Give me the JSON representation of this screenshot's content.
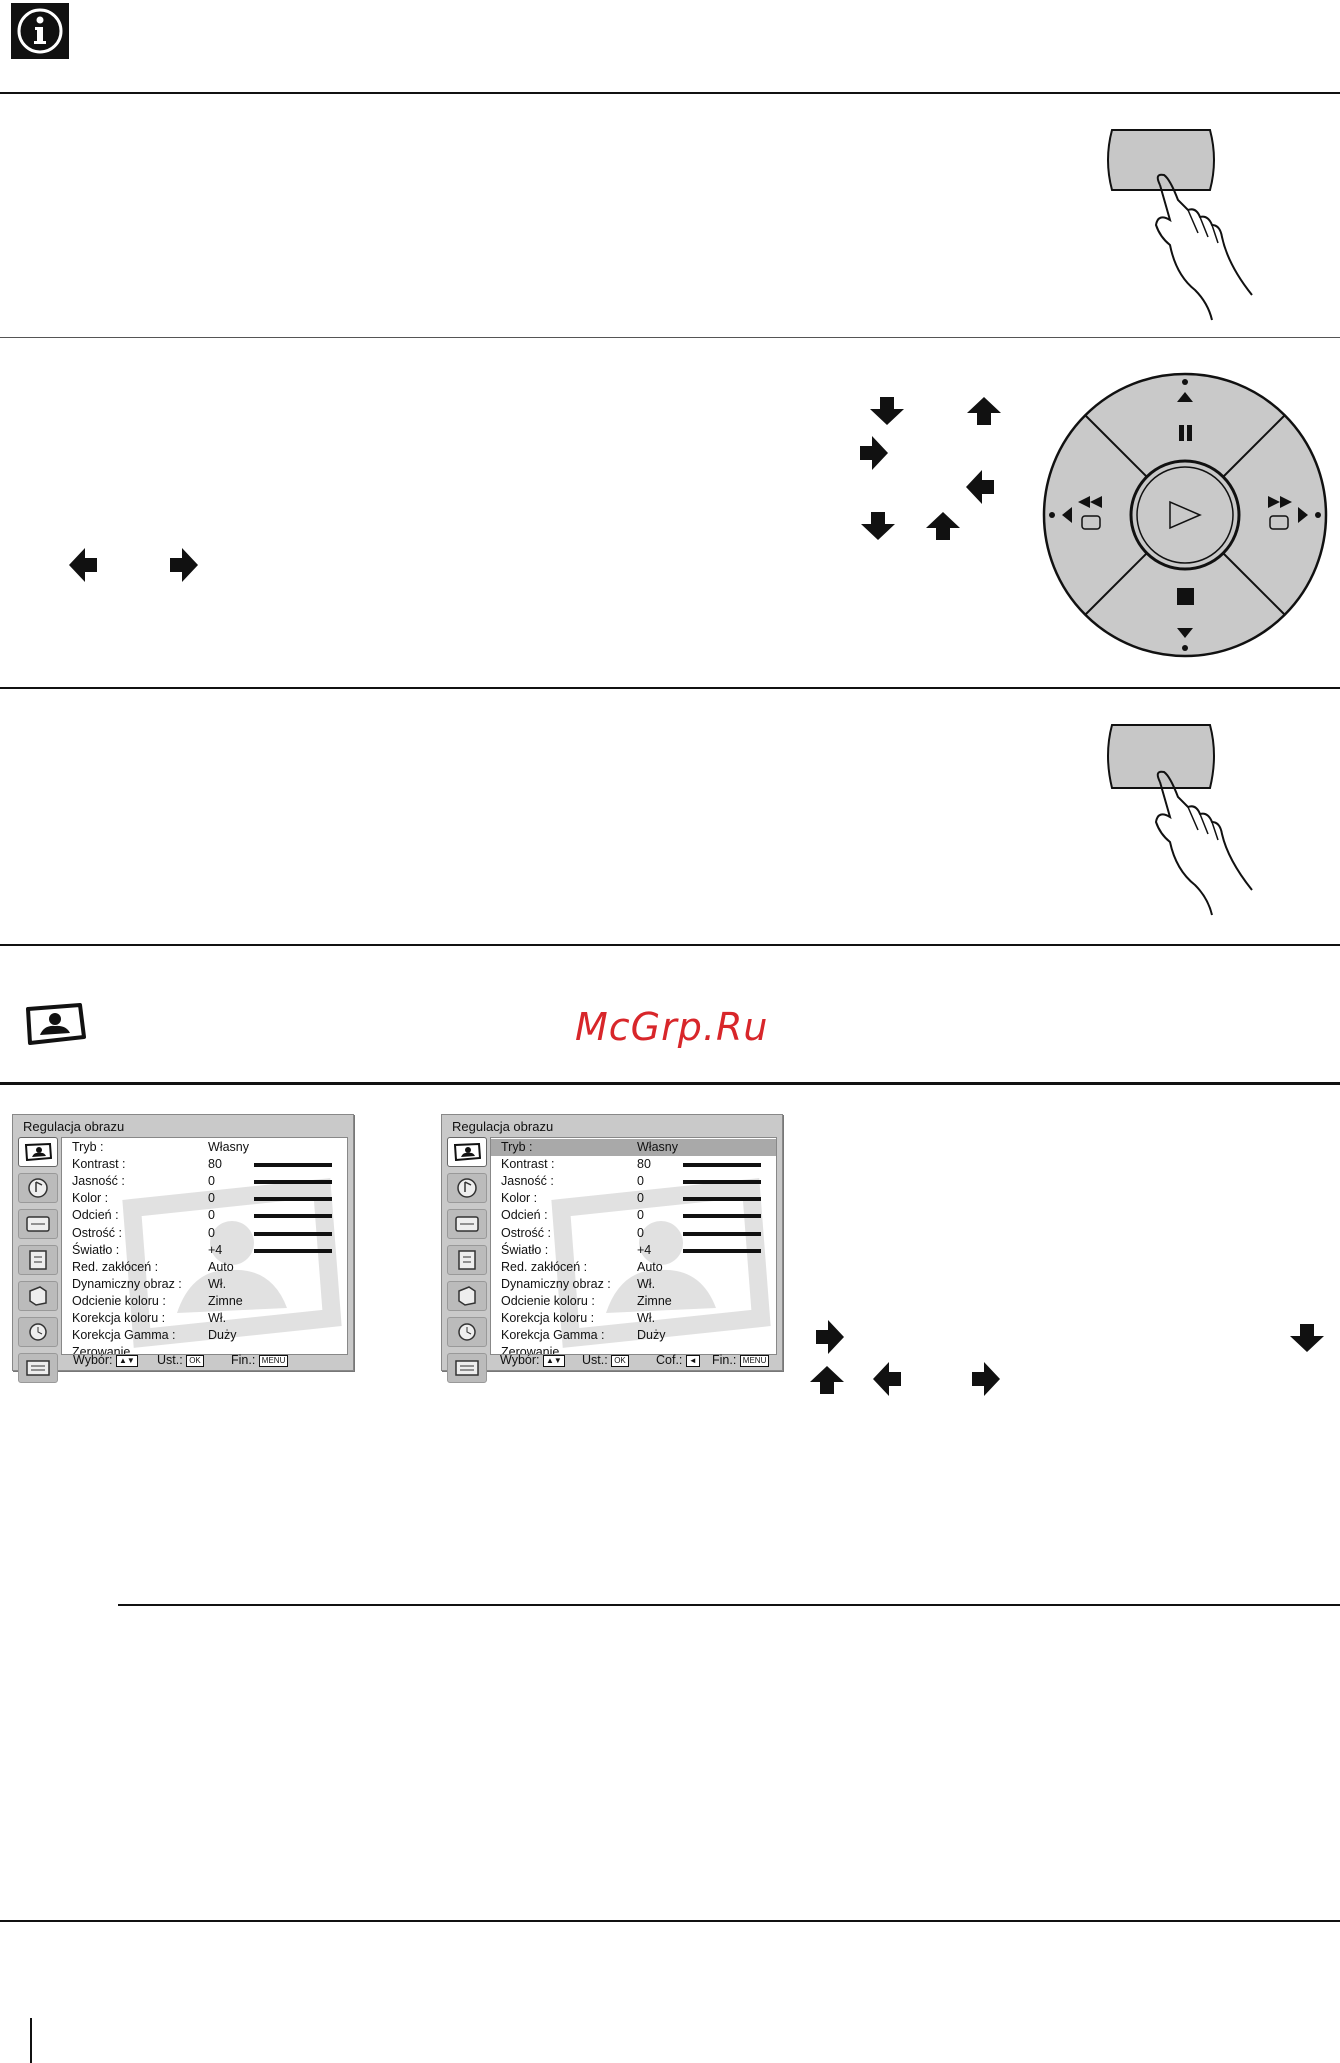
{
  "watermark": "McGrp.Ru",
  "icons": {
    "info": "info-icon",
    "button_press": "hand-pressing-button-icon",
    "navigation_wheel": "remote-navigation-wheel-icon",
    "picture_menu": "picture-menu-icon",
    "arrows": [
      "arrow-down-icon",
      "arrow-up-icon",
      "arrow-right-icon",
      "arrow-left-icon"
    ]
  },
  "osd_left": {
    "title": "Regulacja obrazu",
    "rows": [
      {
        "label": "Tryb :",
        "value": "Własny",
        "bar": false
      },
      {
        "label": "Kontrast :",
        "value": "80",
        "bar": true
      },
      {
        "label": "Jasność :",
        "value": "0",
        "bar": true
      },
      {
        "label": "Kolor :",
        "value": "0",
        "bar": true
      },
      {
        "label": "Odcień :",
        "value": "0",
        "bar": true
      },
      {
        "label": "Ostrość :",
        "value": "0",
        "bar": true
      },
      {
        "label": "Światło :",
        "value": "+4",
        "bar": true
      },
      {
        "label": "Red. zakłóceń :",
        "value": "Auto",
        "bar": false
      },
      {
        "label": "Dynamiczny obraz :",
        "value": "Wł.",
        "bar": false
      },
      {
        "label": "Odcienie koloru :",
        "value": "Zimne",
        "bar": false
      },
      {
        "label": "Korekcja koloru :",
        "value": "Wł.",
        "bar": false
      },
      {
        "label": "Korekcja Gamma :",
        "value": "Duży",
        "bar": false
      },
      {
        "label": "Zerowanie",
        "value": "",
        "bar": false
      }
    ],
    "footer": {
      "select": "Wybór:",
      "set": "Ust.:",
      "set_key": "OK",
      "end": "Fin.:",
      "end_key": "MENU"
    }
  },
  "osd_right": {
    "title": "Regulacja obrazu",
    "highlight_index": 0,
    "rows": [
      {
        "label": "Tryb :",
        "value": "Własny",
        "bar": false
      },
      {
        "label": "Kontrast :",
        "value": "80",
        "bar": true
      },
      {
        "label": "Jasność :",
        "value": "0",
        "bar": true
      },
      {
        "label": "Kolor :",
        "value": "0",
        "bar": true
      },
      {
        "label": "Odcień :",
        "value": "0",
        "bar": true
      },
      {
        "label": "Ostrość :",
        "value": "0",
        "bar": true
      },
      {
        "label": "Światło :",
        "value": "+4",
        "bar": true
      },
      {
        "label": "Red. zakłóceń :",
        "value": "Auto",
        "bar": false
      },
      {
        "label": "Dynamiczny obraz :",
        "value": "Wł.",
        "bar": false
      },
      {
        "label": "Odcienie koloru :",
        "value": "Zimne",
        "bar": false
      },
      {
        "label": "Korekcja koloru :",
        "value": "Wł.",
        "bar": false
      },
      {
        "label": "Korekcja Gamma :",
        "value": "Duży",
        "bar": false
      },
      {
        "label": "Zerowanie",
        "value": "",
        "bar": false
      }
    ],
    "footer": {
      "select": "Wybór:",
      "set": "Ust.:",
      "set_key": "OK",
      "back": "Cof.:",
      "end": "Fin.:",
      "end_key": "MENU"
    }
  }
}
